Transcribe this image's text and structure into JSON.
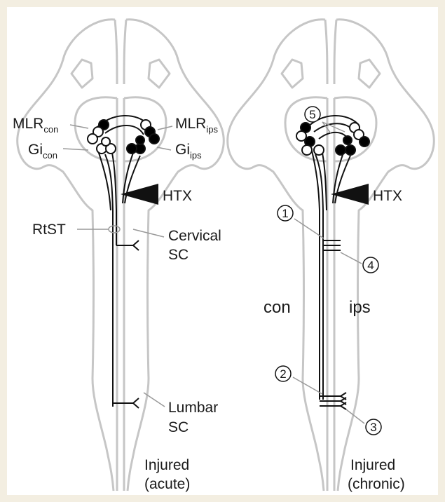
{
  "left_panel": {
    "mlr_con": {
      "main": "MLR",
      "sub": "con"
    },
    "gi_con": {
      "main": "Gi",
      "sub": "con"
    },
    "mlr_ips": {
      "main": "MLR",
      "sub": "ips"
    },
    "gi_ips": {
      "main": "Gi",
      "sub": "ips"
    },
    "htx": "HTX",
    "rtst": "RtST",
    "cervical": [
      "Cervical",
      "SC"
    ],
    "lumbar": [
      "Lumbar",
      "SC"
    ],
    "caption": [
      "Injured",
      "(acute)"
    ]
  },
  "right_panel": {
    "htx": "HTX",
    "con": "con",
    "ips": "ips",
    "markers": [
      "1",
      "2",
      "3",
      "4",
      "5"
    ],
    "caption": [
      "Injured",
      "(chronic)"
    ]
  },
  "colors": {
    "background": "#f3eee1",
    "panel": "#ffffff",
    "outline": "#c6c6c6",
    "ink": "#111111"
  }
}
